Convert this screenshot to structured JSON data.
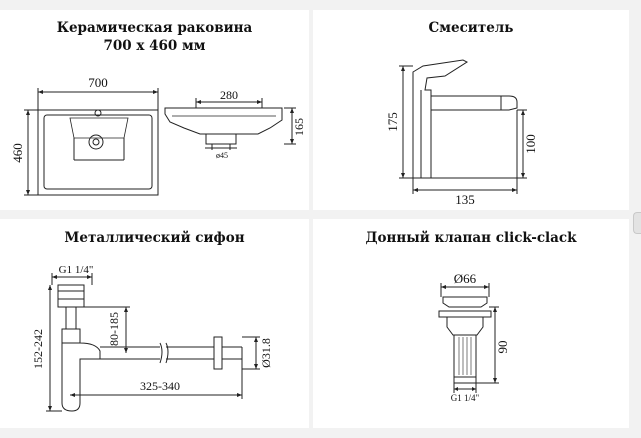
{
  "panels": {
    "sink": {
      "title_line1": "Керамическая раковина",
      "title_line2": "700 х 460 мм",
      "dims": {
        "width": "700",
        "height": "460",
        "side_width": "280",
        "side_height": "165",
        "drain": "ø45"
      }
    },
    "mixer": {
      "title": "Смеситель",
      "dims": {
        "height": "175",
        "spout_height": "100",
        "reach": "135"
      }
    },
    "siphon": {
      "title": "Металлический сифон",
      "dims": {
        "thread": "G1 1/4\"",
        "vertical_range": "152-242",
        "inner_range": "80-185",
        "horizontal_range": "325-340",
        "pipe_diameter": "Ø31.8"
      }
    },
    "valve": {
      "title": "Донный клапан click-clack",
      "dims": {
        "cap_diameter": "Ø66",
        "length": "90",
        "thread": "G1 1/4\""
      }
    }
  }
}
